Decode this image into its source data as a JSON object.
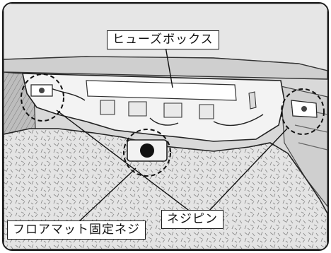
{
  "labels": {
    "fuse_box": "ヒューズボックス",
    "floor_mat_screw": "フロアマット固定ネジ",
    "screw_pin": "ネジピン"
  }
}
